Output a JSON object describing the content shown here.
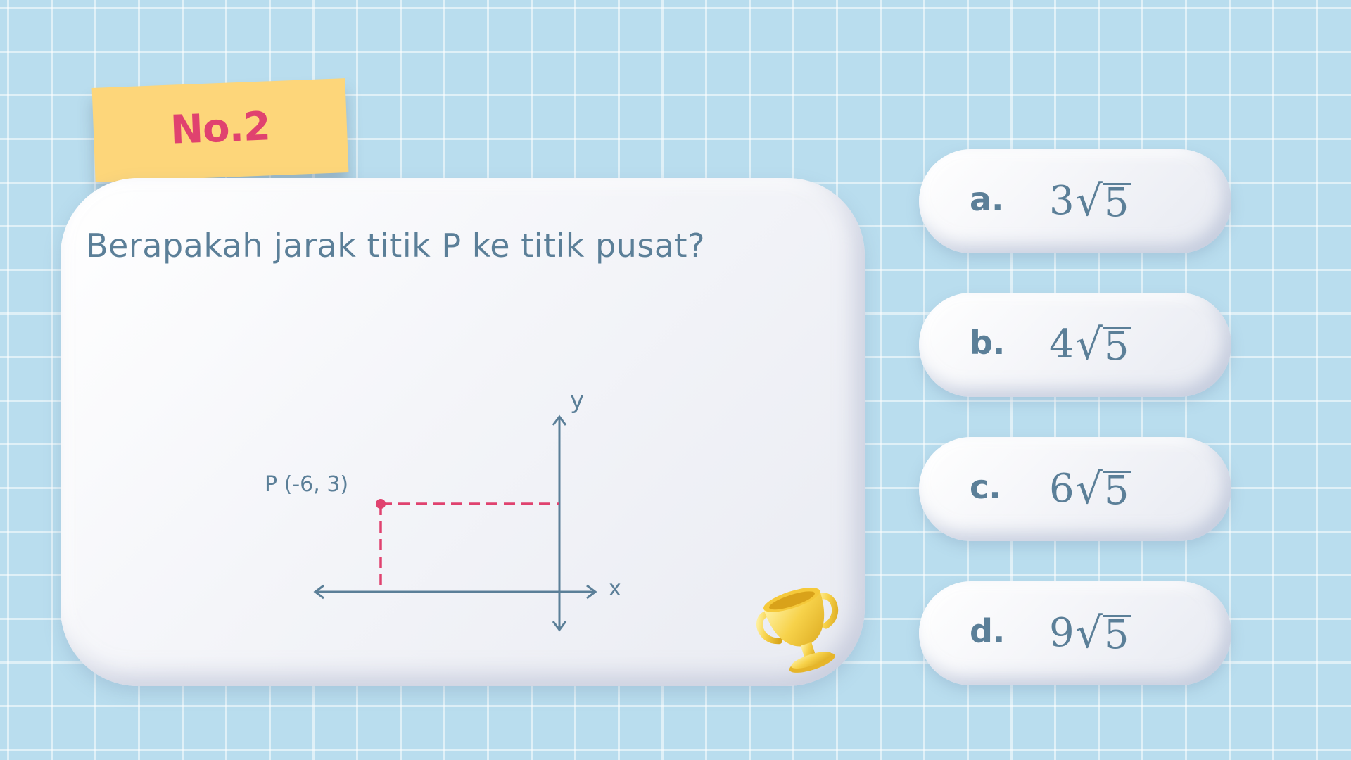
{
  "number_tag": "No.2",
  "question": "Berapakah jarak titik P ke titik pusat?",
  "diagram": {
    "point_label": "P (-6, 3)",
    "x_axis_label": "x",
    "y_axis_label": "y",
    "colors": {
      "axis": "#5b7f98",
      "point": "#e0426f"
    }
  },
  "options": [
    {
      "letter": "a.",
      "coef": "3",
      "radicand": "5"
    },
    {
      "letter": "b.",
      "coef": "4",
      "radicand": "5"
    },
    {
      "letter": "c.",
      "coef": "6",
      "radicand": "5"
    },
    {
      "letter": "d.",
      "coef": "9",
      "radicand": "5"
    }
  ],
  "sqrt_symbol": "√",
  "colors": {
    "background": "#b9ddee",
    "tag": "#fdd67a",
    "accent": "#e0426f",
    "text": "#5b7f98"
  },
  "icons": {
    "trophy": "trophy-icon"
  }
}
